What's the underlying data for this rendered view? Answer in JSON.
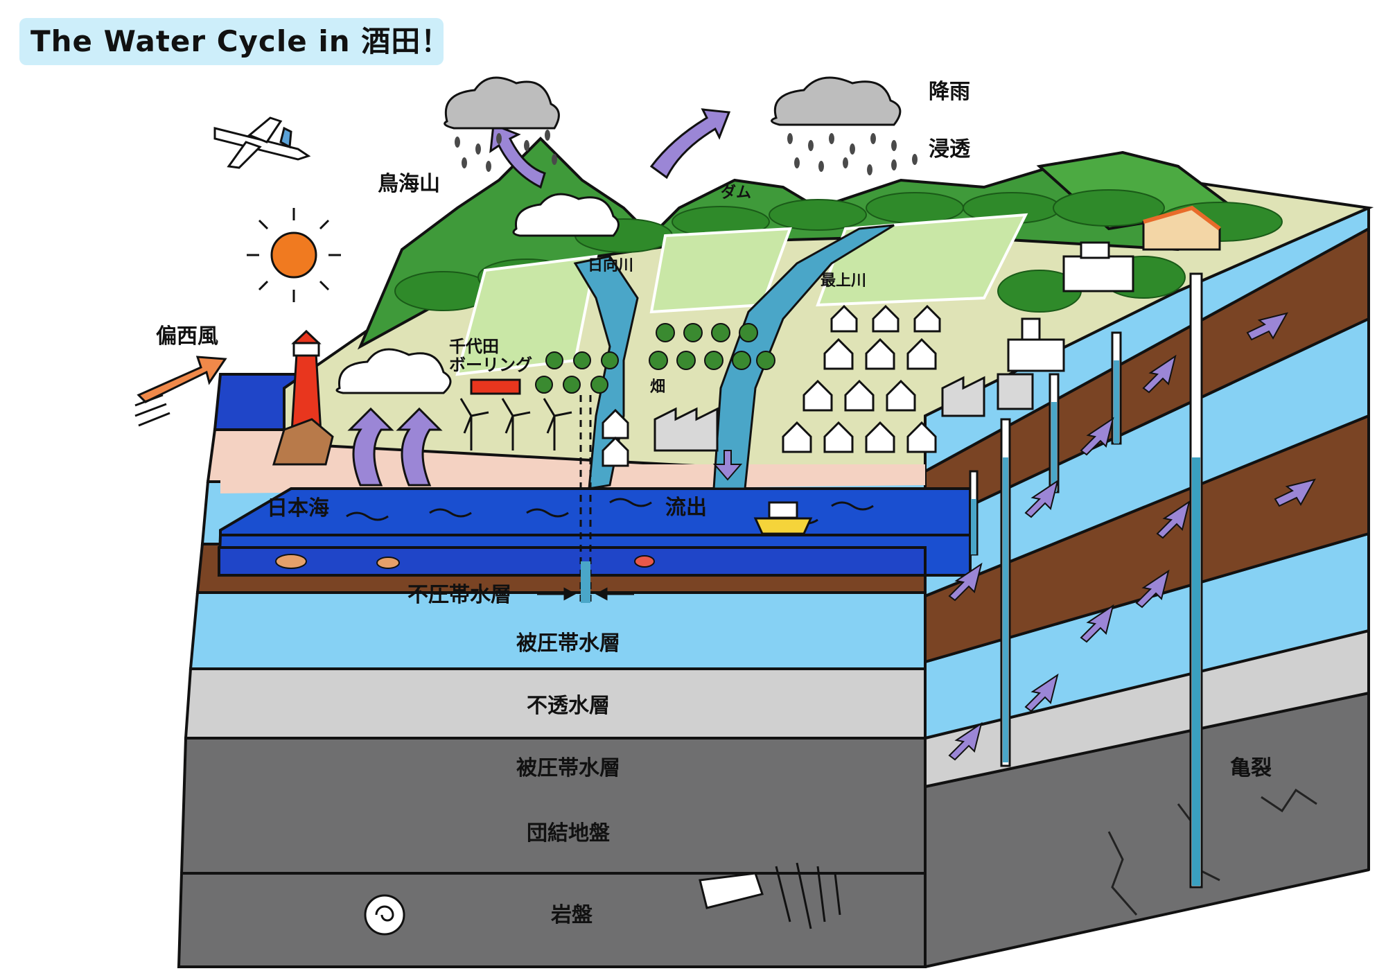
{
  "title": "The Water Cycle in 酒田！",
  "labels": {
    "rain": "降雨",
    "infiltration": "浸透",
    "chokai": "鳥海山",
    "dam": "ダム",
    "hinata_river": "日向川",
    "mogami_river": "最上川",
    "westerly": "偏西風",
    "chiyoda_boring": "千代田\nボーリング",
    "field": "畑",
    "sea": "日本海",
    "runoff": "流出",
    "unconfined": "不圧帯水層",
    "confined1": "被圧帯水層",
    "impermeable": "不透水層",
    "confined2": "被圧帯水層",
    "consolidated": "団結地盤",
    "bedrock": "岩盤",
    "crack": "亀裂"
  },
  "colors": {
    "sea": "#1a4fd0",
    "sea_deep": "#1f45c8",
    "sand": "#f4d2c2",
    "aquifer": "#86d1f4",
    "clay": "#7a4424",
    "consolidated": "#cfcfcf",
    "bedrock": "#6f6f70",
    "ground": "#dfe3b6",
    "mountain": "#3f9a3a",
    "forest": "#2f8a2a",
    "river": "#4aa6c8",
    "arrow_purple": "#9b86d6",
    "arrow_orange": "#f0894a",
    "sun": "#f07a20",
    "title_bg": "#cdeefa"
  }
}
